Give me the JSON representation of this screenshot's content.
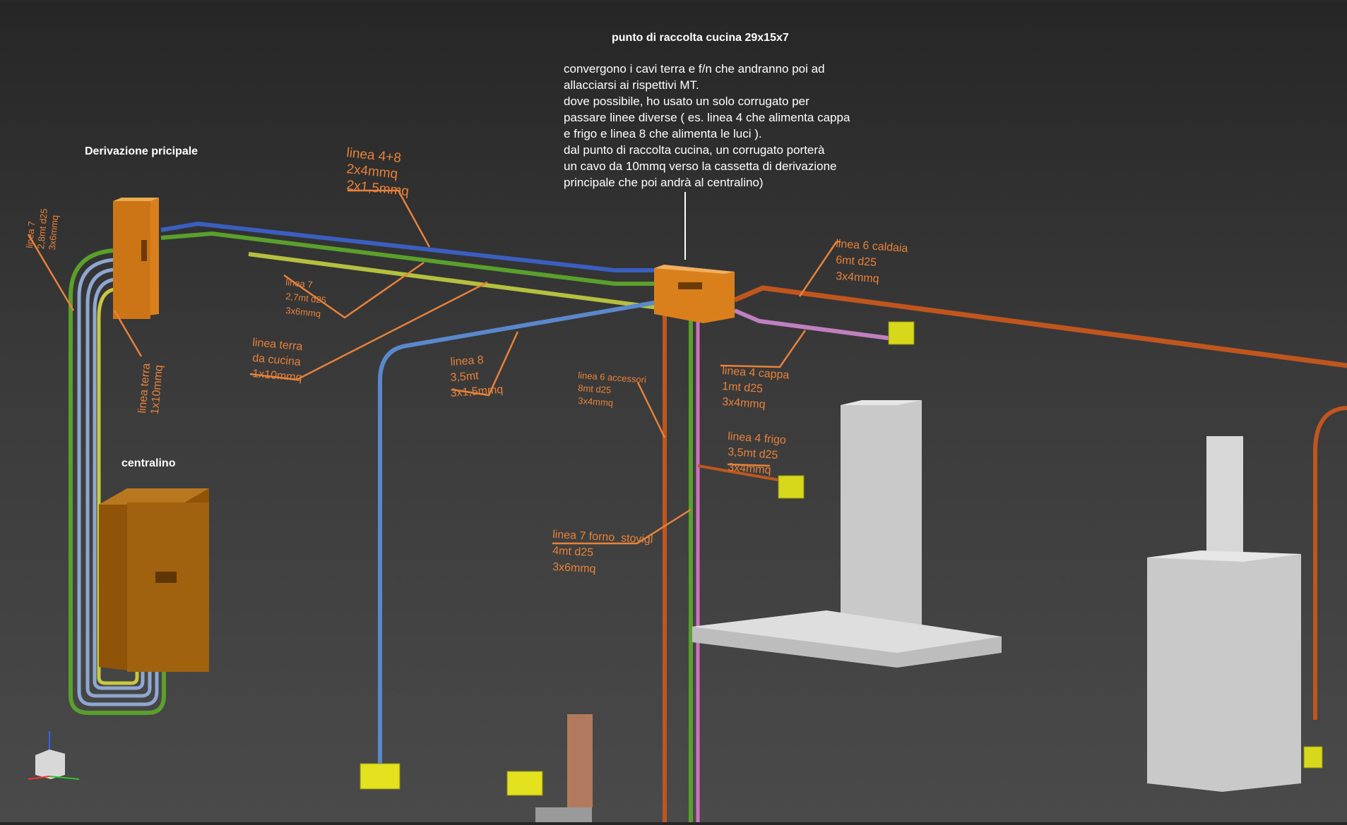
{
  "titles": {
    "kitchen_point": "punto di raccolta cucina 29x15x7",
    "main_junction": "Derivazione pricipale",
    "panel": "centralino"
  },
  "notes": [
    "convergono i cavi terra e f/n che andranno poi ad",
    "allacciarsi ai rispettivi MT.",
    "dove possibile, ho usato un solo corrugato per",
    "passare linee diverse ( es. linea 4 che alimenta cappa",
    "e frigo e linea 8 che alimenta le luci ).",
    "dal punto di raccolta cucina, un corrugato porterà",
    "un cavo da 10mmq  verso la cassetta di derivazione",
    "principale che poi andrà al centralino)"
  ],
  "labels": {
    "linea48": [
      "linea 4+8",
      "2x4mmq",
      "2x1,5mmq"
    ],
    "linea7_left": [
      "linea 7",
      "2,8mt d25",
      "3x6mmq"
    ],
    "linea_terra_vert": [
      "linea terra",
      "1x10mmq"
    ],
    "linea7_mid": [
      "linea 7",
      "2,7mt d25",
      "3x6mmq"
    ],
    "linea_terra_cucina": [
      "linea terra",
      "da cucina",
      "1x10mmq"
    ],
    "linea8": [
      "linea 8",
      "3,5mt",
      "3x1,5mmq"
    ],
    "linea6_caldaia": [
      "linea 6 caldaia",
      "6mt d25",
      "3x4mmq"
    ],
    "linea4_cappa": [
      "linea 4 cappa",
      "1mt d25",
      "3x4mmq"
    ],
    "linea6_accessori": [
      "linea 6 accessori",
      "8mt d25",
      "3x4mmq"
    ],
    "linea4_frigo": [
      "linea 4 frigo",
      "3,5mt d25",
      "3x4mmq"
    ],
    "linea7_forno": [
      "linea 7 forno_stovigl",
      "4mt d25",
      "3x6mmq"
    ]
  },
  "colors": {
    "annotation": "#e8823a",
    "box_orange": "#d9801c",
    "panel_brown": "#a0620f",
    "pipe_green": "#5aa02c",
    "pipe_blue": "#4a78c8",
    "pipe_yellowgreen": "#b5c040",
    "pipe_orange": "#c0561e",
    "pipe_pink": "#d070c0",
    "device_yellow": "#d7d81c",
    "appliance_grey": "#c9c9c9"
  }
}
